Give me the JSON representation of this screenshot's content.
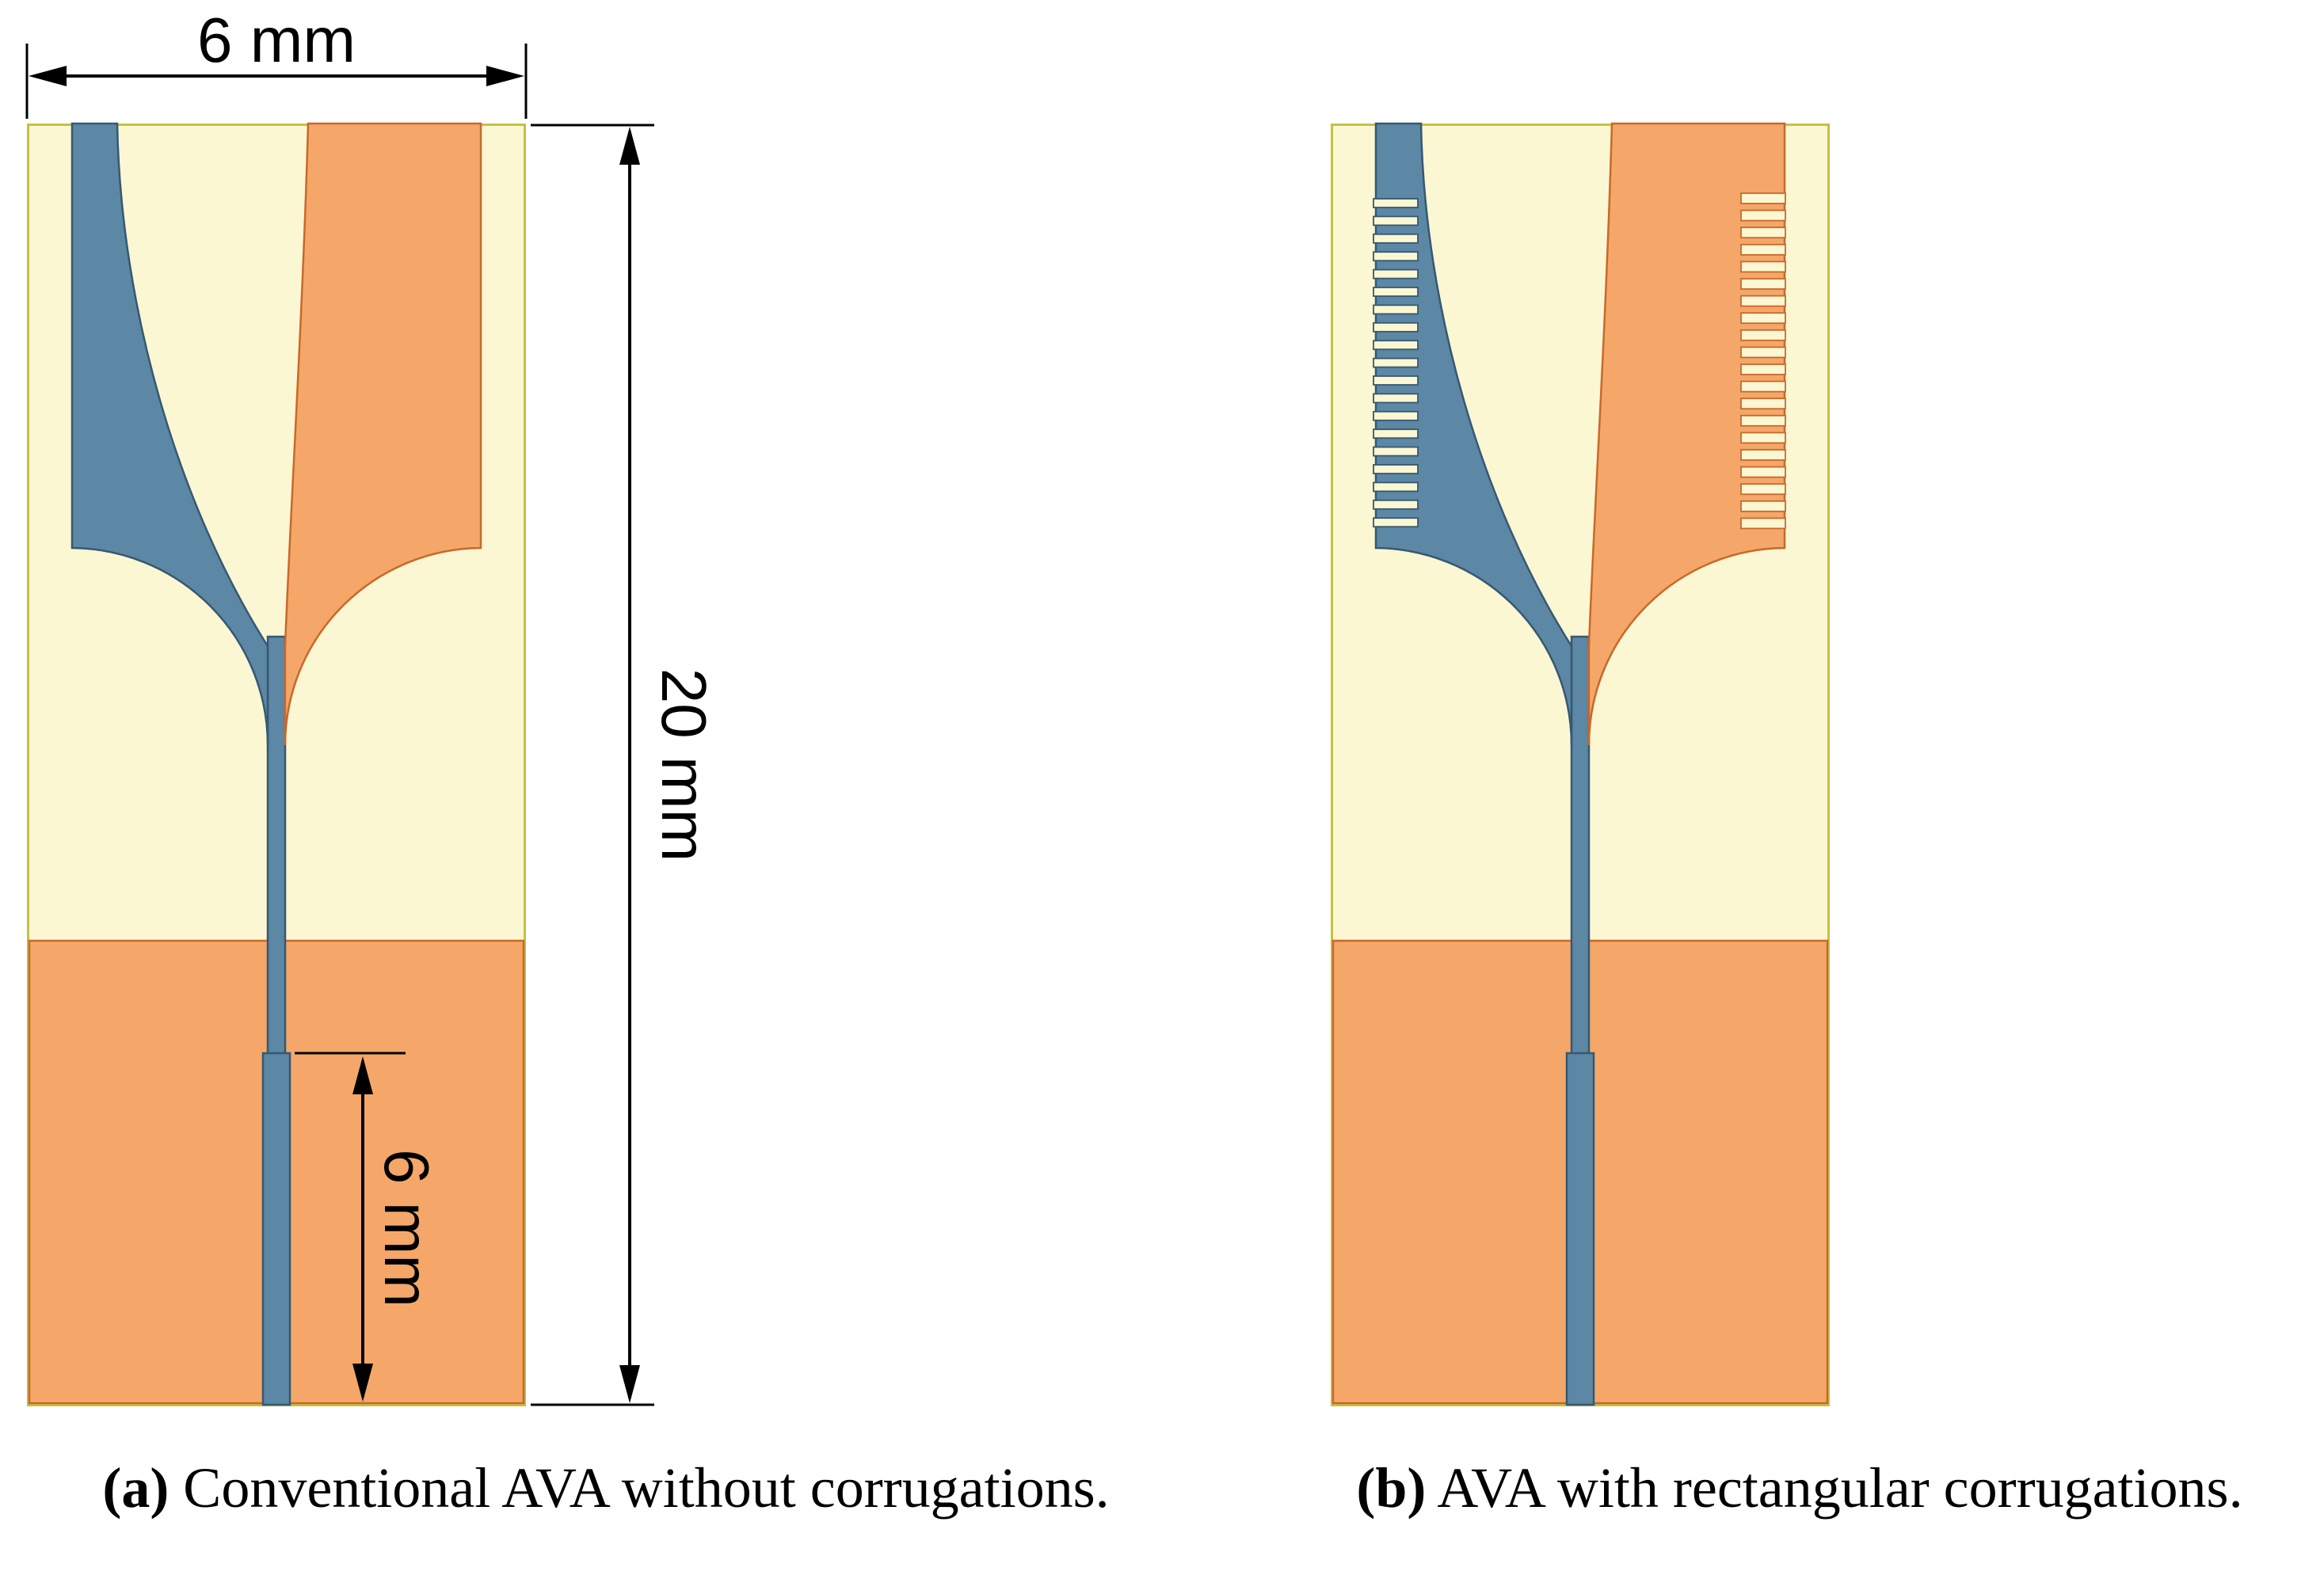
{
  "figure": {
    "annotations": {
      "substrate_width": "6 mm",
      "substrate_height": "20 mm",
      "feed_length": "6 mm"
    },
    "captions": {
      "a_label": "(a)",
      "a_text": " Conventional AVA without corrugations.",
      "b_label": "(b)",
      "b_text": " AVA with rectangular corrugations."
    },
    "colors": {
      "substrate": "#FBF7D2",
      "substrate-border": "#C2C244",
      "copper": "#F4A768",
      "copper-outline": "#C9682B",
      "back-conductor": "#5C87A5",
      "back-outline": "#365873",
      "dimension-ink": "#000000"
    },
    "corrugations": {
      "left_slot_count": 19,
      "right_slot_count": 20
    }
  }
}
